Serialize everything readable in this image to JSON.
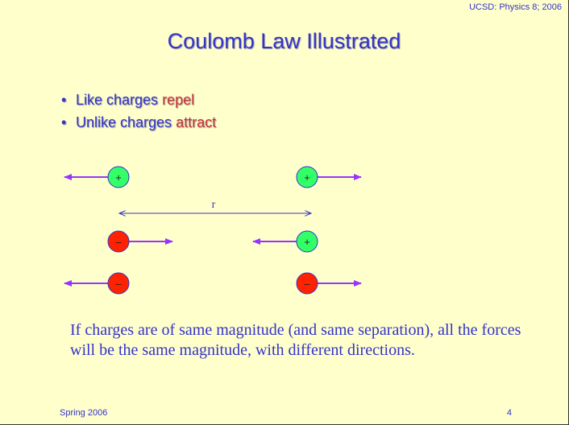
{
  "header": {
    "course": "UCSD: Physics 8; 2006"
  },
  "title": "Coulomb Law Illustrated",
  "bullets": [
    {
      "prefix": "Like charges ",
      "highlight": "repel"
    },
    {
      "prefix": "Unlike charges ",
      "highlight": "attract"
    }
  ],
  "diagram": {
    "separation_label": "r",
    "rows": [
      {
        "left": {
          "sign": "+",
          "force": "outward"
        },
        "right": {
          "sign": "+",
          "force": "outward"
        }
      },
      {
        "left": {
          "sign": "–",
          "force": "inward"
        },
        "right": {
          "sign": "+",
          "force": "inward"
        }
      },
      {
        "left": {
          "sign": "–",
          "force": "outward"
        },
        "right": {
          "sign": "–",
          "force": "outward"
        }
      }
    ],
    "colors": {
      "positive": "#33ff66",
      "negative": "#ff2200",
      "arrow": "#9933ff",
      "separation": "#3333cc"
    }
  },
  "explanation": "If charges are of same magnitude (and same separation), all the forces will be the same magnitude, with different directions.",
  "footer": {
    "left": "Spring 2006",
    "right": "4"
  }
}
